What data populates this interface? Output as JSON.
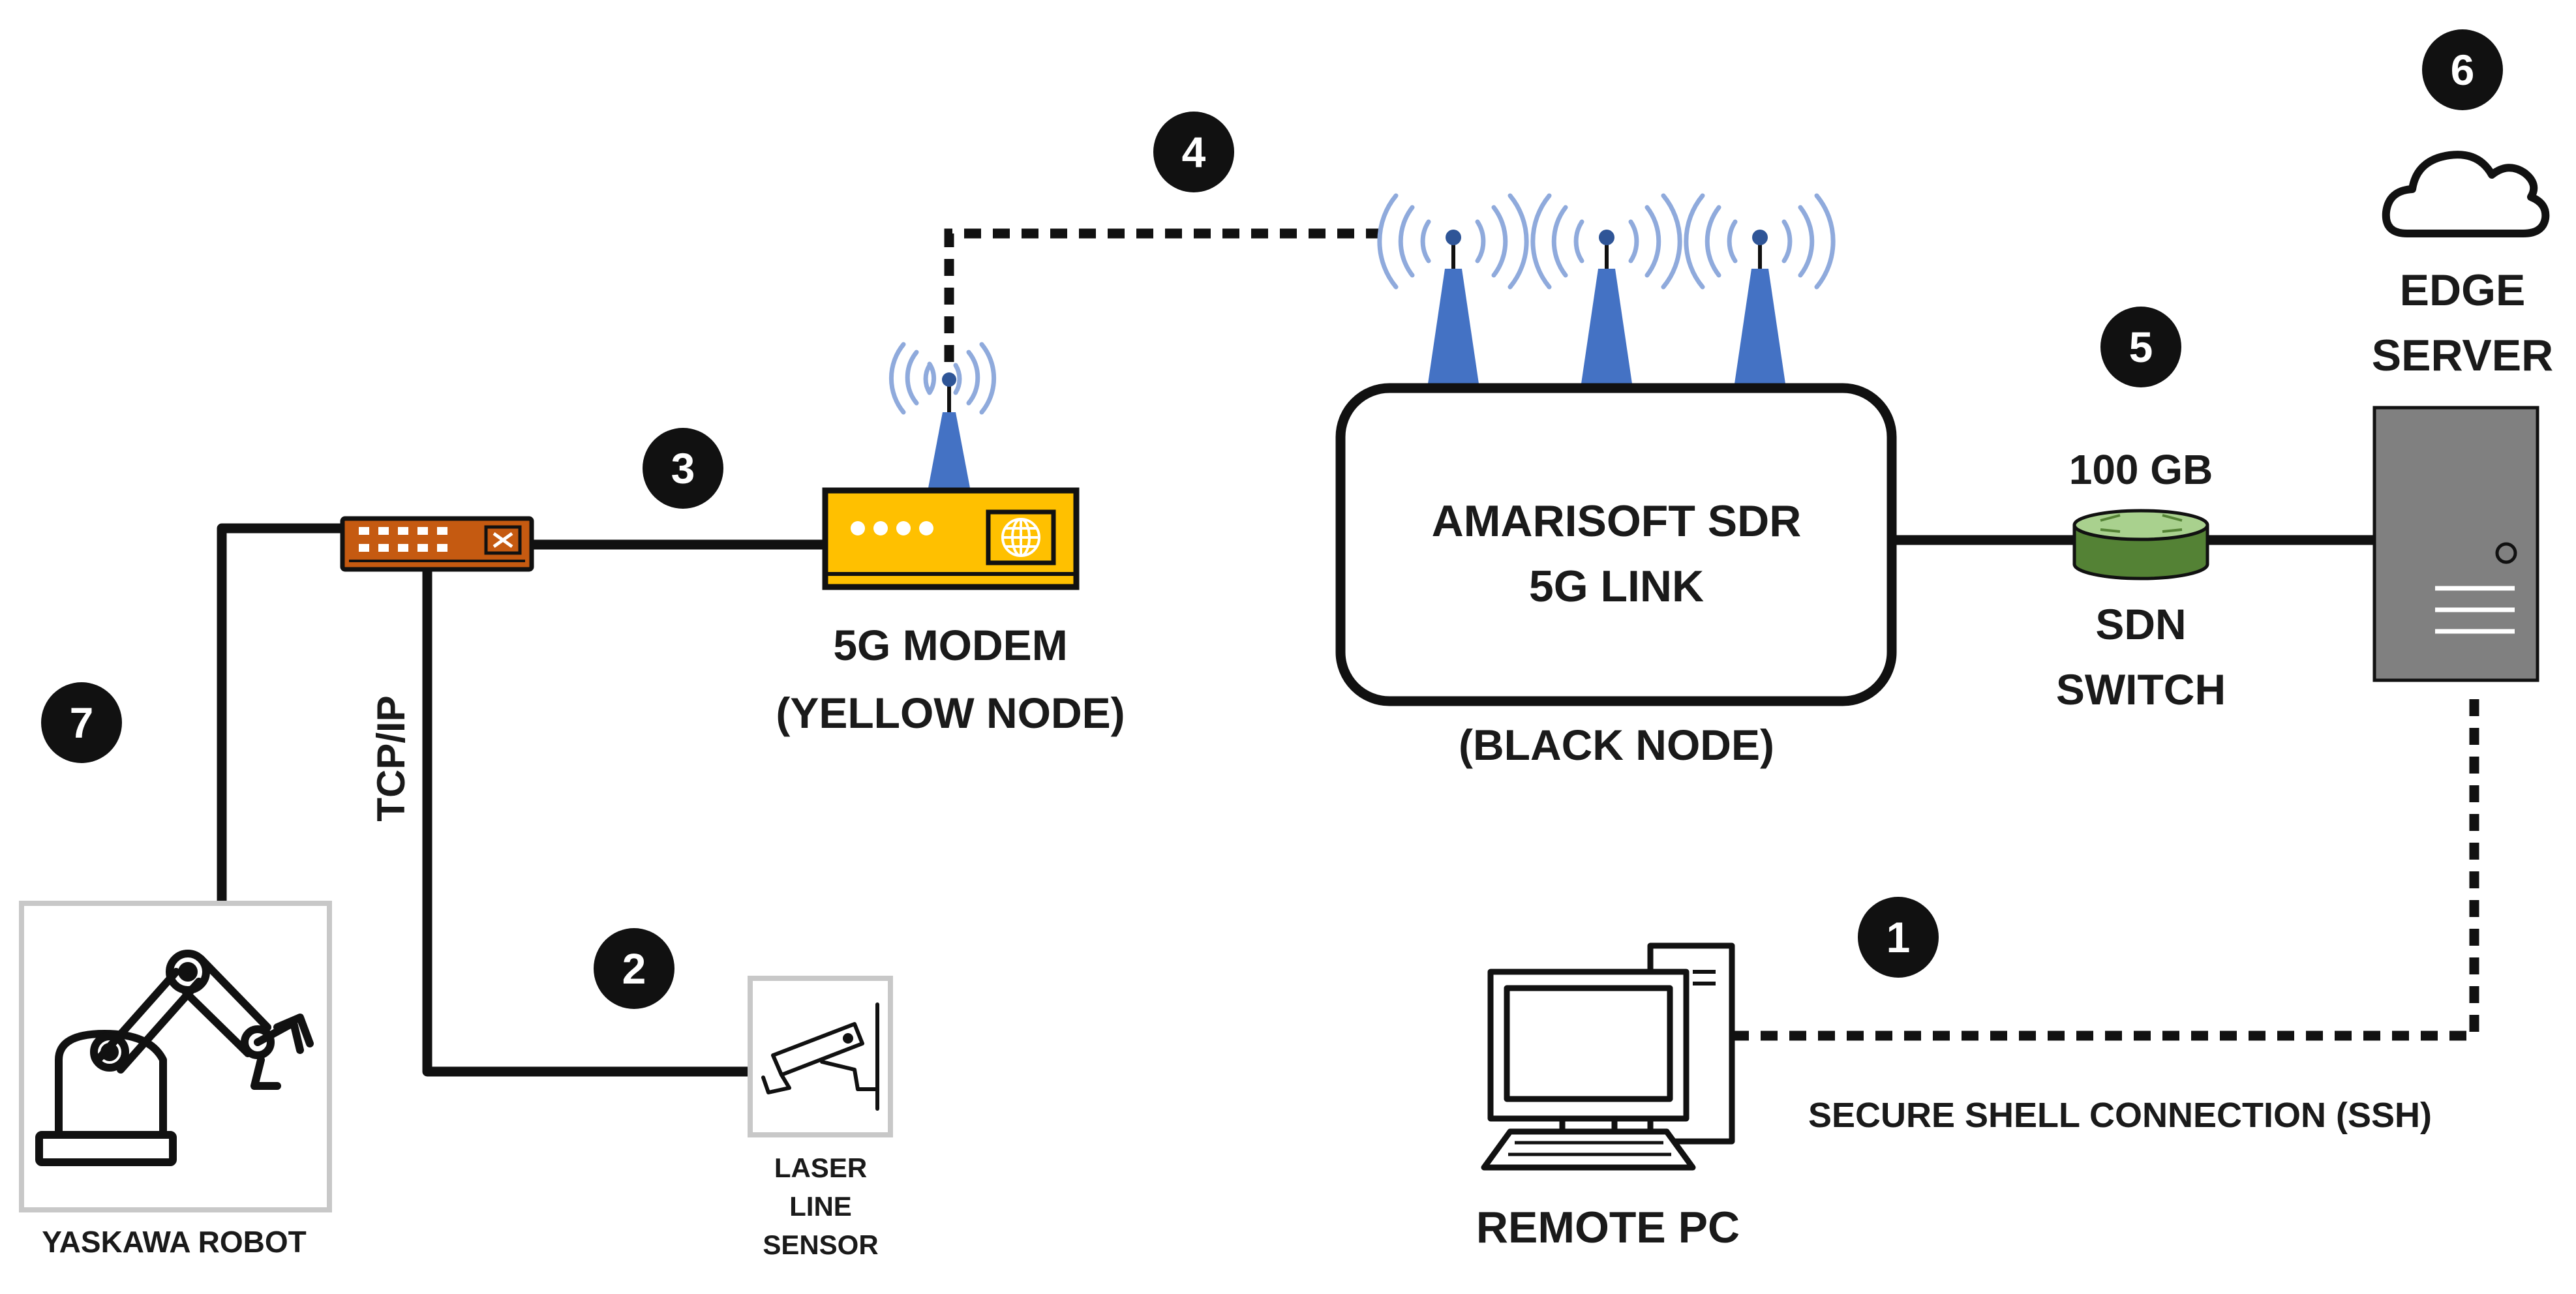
{
  "badges": [
    "1",
    "2",
    "3",
    "4",
    "5",
    "6",
    "7"
  ],
  "labels": {
    "modem_line1": "5G MODEM",
    "modem_line2": "(YELLOW NODE)",
    "amarisoft_line1": "AMARISOFT SDR",
    "amarisoft_line2": "5G LINK",
    "black_node": "(BLACK NODE)",
    "bandwidth": "100 GB",
    "sdn_line1": "SDN",
    "sdn_line2": "SWITCH",
    "edge_line1": "EDGE",
    "edge_line2": "SERVER",
    "tcpip": "TCP/IP",
    "robot": "YASKAWA ROBOT",
    "sensor_line1": "LASER",
    "sensor_line2": "LINE",
    "sensor_line3": "SENSOR",
    "remote_pc": "REMOTE PC",
    "ssh": "SECURE SHELL CONNECTION (SSH)"
  },
  "colors": {
    "modem": "#FFC000",
    "antenna": "#4472C4",
    "wave": "#8FAADC",
    "network_switch": "#C55A11",
    "sdn_switch": "#70AD47",
    "server": "#808080",
    "frame": "#C8C8C8"
  },
  "icons": [
    "yaskawa-robot-icon",
    "laser-sensor-icon",
    "network-switch-icon",
    "modem-icon",
    "antenna-icon",
    "sdn-switch-icon",
    "cloud-icon",
    "server-icon",
    "remote-pc-icon"
  ]
}
